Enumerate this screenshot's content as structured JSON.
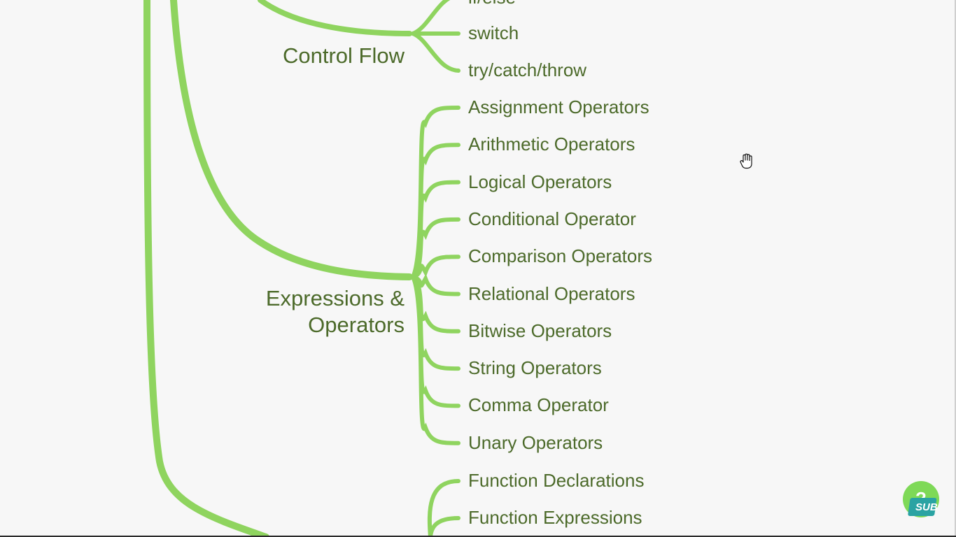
{
  "mindmap": {
    "partial_top_label": "if/else",
    "control_flow": {
      "label": "Control Flow",
      "children": [
        "switch",
        "try/catch/throw"
      ]
    },
    "expressions": {
      "label_line1": "Expressions &",
      "label_line2": "Operators",
      "children": [
        "Assignment Operators",
        "Arithmetic Operators",
        "Logical Operators",
        "Conditional Operator",
        "Comparison Operators",
        "Relational Operators",
        "Bitwise Operators",
        "String Operators",
        "Comma Operator",
        "Unary Operators"
      ]
    },
    "functions": {
      "children": [
        "Function Declarations",
        "Function Expressions"
      ]
    }
  },
  "badge": {
    "text": "SUB"
  },
  "colors": {
    "branch": "#8fd45f",
    "text": "#4c6a2a",
    "background": "#f7f7f7",
    "badge_green": "#7ed957",
    "badge_teal": "#2aa3a3"
  },
  "icons": {
    "cursor": "hand-cursor-icon",
    "badge": "help-sub-icon"
  }
}
